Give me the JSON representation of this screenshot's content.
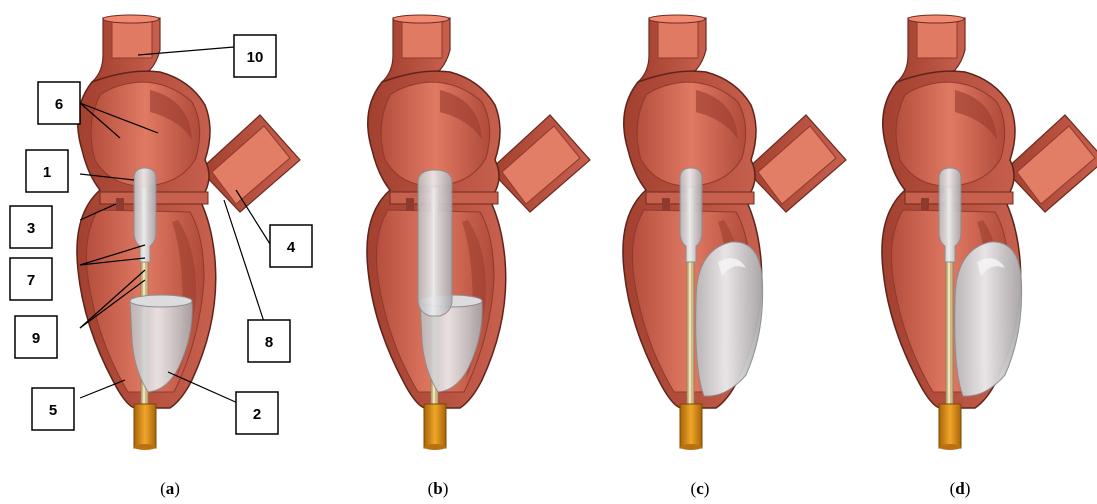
{
  "panels": [
    {
      "letter": "a",
      "balloon": "deflated"
    },
    {
      "letter": "b",
      "balloon": "deflated"
    },
    {
      "letter": "c",
      "balloon": "inflated"
    },
    {
      "letter": "d",
      "balloon": "inflated"
    }
  ],
  "callouts": [
    "1",
    "2",
    "3",
    "4",
    "5",
    "6",
    "7",
    "8",
    "9",
    "10"
  ],
  "colors": {
    "tissue": "#c8604e",
    "tissue_dark": "#8e3a2e",
    "tissue_light": "#e27d66",
    "balloon": "#d6d6d8",
    "catheter": "#cbb98a",
    "connector": "#d68a10"
  }
}
